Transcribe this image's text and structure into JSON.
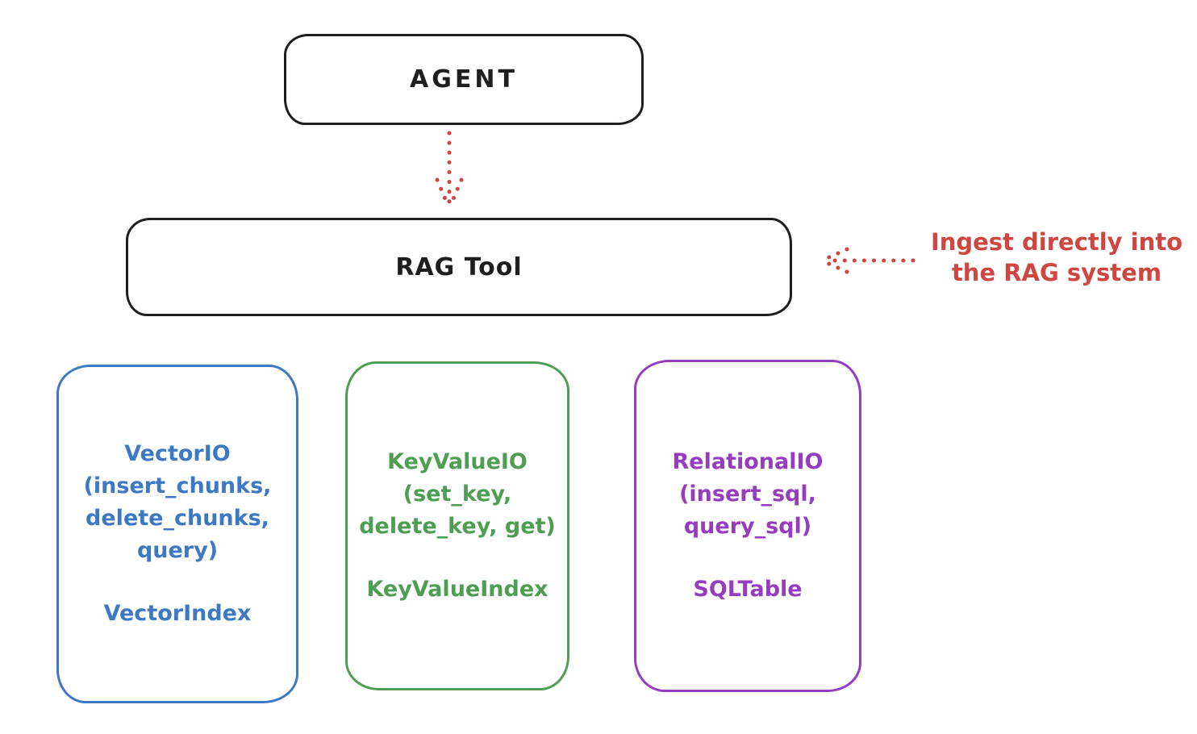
{
  "nodes": {
    "agent": {
      "label": "AGENT"
    },
    "rag_tool": {
      "label": "RAG Tool"
    }
  },
  "annotation": {
    "line1": "Ingest directly into",
    "line2": "the RAG system"
  },
  "io_boxes": [
    {
      "name": "vector",
      "lines": [
        "VectorIO",
        "(insert_chunks,",
        "delete_chunks,",
        "query)"
      ],
      "index_label": "VectorIndex",
      "color": "#3d79c2"
    },
    {
      "name": "keyvalue",
      "lines": [
        "KeyValueIO",
        "(set_key,",
        "delete_key, get)"
      ],
      "index_label": "KeyValueIndex",
      "color": "#4d9e53"
    },
    {
      "name": "relational",
      "lines": [
        "RelationalIO",
        "(insert_sql,",
        "query_sql)"
      ],
      "index_label": "SQLTable",
      "color": "#963cc0"
    }
  ],
  "icons": {
    "agent_to_rag_arrow": "dotted-arrow-down",
    "ingest_arrow": "dotted-arrow-left"
  },
  "colors": {
    "stroke": "#1e1e1e",
    "red": "#cf453f",
    "blue": "#3d79c2",
    "green": "#4d9e53",
    "purple": "#963cc0",
    "background": "#ffffff"
  }
}
